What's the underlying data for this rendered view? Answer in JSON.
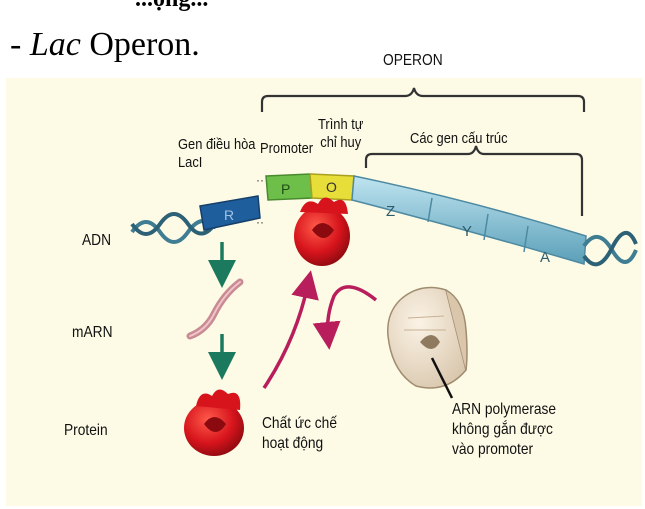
{
  "header": {
    "heading_cut": "...ộng...",
    "title_dash": "-",
    "title_lac": "Lac",
    "title_operon": "Operon."
  },
  "labels": {
    "operon": "OPERON",
    "regulator_gene_line1": "Gen điều hòa",
    "regulator_gene_line2": "LacI",
    "promoter": "Promoter",
    "operator_line1": "Trình tự",
    "operator_line2": "chỉ huy",
    "structural_genes": "Các gen cấu trúc",
    "adn": "ADN",
    "marn": "mARN",
    "protein": "Protein",
    "repressor_line1": "Chất ức chế",
    "repressor_line2": "hoạt động",
    "polymerase_line1": "ARN polymerase",
    "polymerase_line2": "không gắn được",
    "polymerase_line3": "vào promoter"
  },
  "segments": {
    "r": "R",
    "p": "P",
    "o": "O",
    "z": "Z",
    "y": "Y",
    "a": "A"
  },
  "colors": {
    "panel": "#fdfbe6",
    "regulator": "#1f5e9c",
    "promoter": "#6dbf4a",
    "operator": "#e8de3a",
    "structural": "#a9d6e6",
    "repressor": "#d7141c",
    "arrow_green": "#1b7a5e",
    "arrow_magenta": "#b81e5c",
    "mrna": "#c98b93",
    "polymerase": "#eee0cc"
  }
}
